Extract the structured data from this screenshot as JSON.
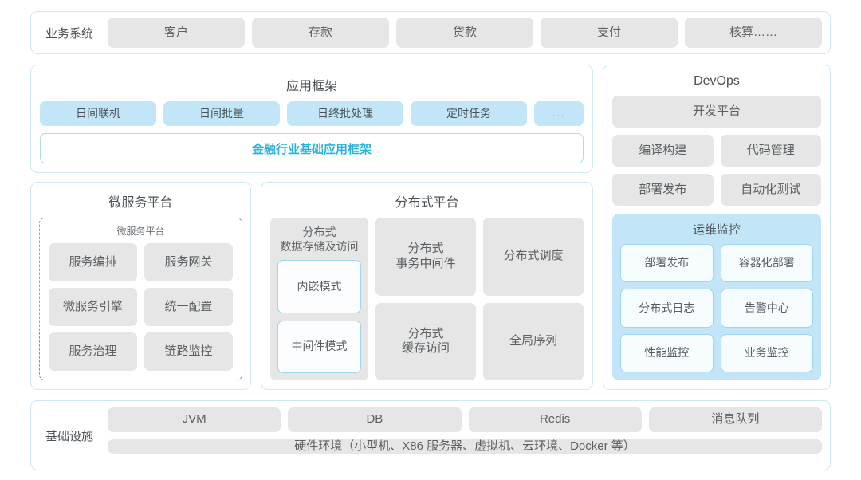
{
  "business_systems": {
    "label": "业务系统",
    "items": [
      "客户",
      "存款",
      "贷款",
      "支付",
      "核算……"
    ]
  },
  "app_framework": {
    "title": "应用框架",
    "items": [
      "日间联机",
      "日间批量",
      "日终批处理",
      "定时任务"
    ],
    "ellipsis": "...",
    "band": "金融行业基础应用框架"
  },
  "microservice_platform": {
    "title": "微服务平台",
    "inner_title": "微服务平台",
    "items": [
      "服务编排",
      "服务网关",
      "微服务引擎",
      "统一配置",
      "服务治理",
      "链路监控"
    ]
  },
  "distributed_platform": {
    "title": "分布式平台",
    "storage": {
      "title": "分布式\n数据存储及访问",
      "modes": [
        "内嵌模式",
        "中间件模式"
      ]
    },
    "items": [
      "分布式\n事务中间件",
      "分布式调度",
      "分布式\n缓存访问",
      "全局序列"
    ]
  },
  "devops": {
    "title": "DevOps",
    "platform": "开发平台",
    "items": [
      "编译构建",
      "代码管理",
      "部署发布",
      "自动化测试"
    ],
    "ops_monitor": {
      "title": "运维监控",
      "items": [
        "部署发布",
        "容器化部署",
        "分布式日志",
        "告警中心",
        "性能监控",
        "业务监控"
      ]
    }
  },
  "infrastructure": {
    "label": "基础设施",
    "items": [
      "JVM",
      "DB",
      "Redis",
      "消息队列"
    ],
    "hardware": "硬件环境（小型机、X86 服务器、虚拟机、云环境、Docker 等）"
  },
  "colors": {
    "panel_border": "#cfe9f0",
    "chip_grey": "#e6e6e6",
    "chip_blue": "#c2e6f7",
    "accent_cyan": "#2cb3db",
    "text_grey": "#595f63"
  }
}
